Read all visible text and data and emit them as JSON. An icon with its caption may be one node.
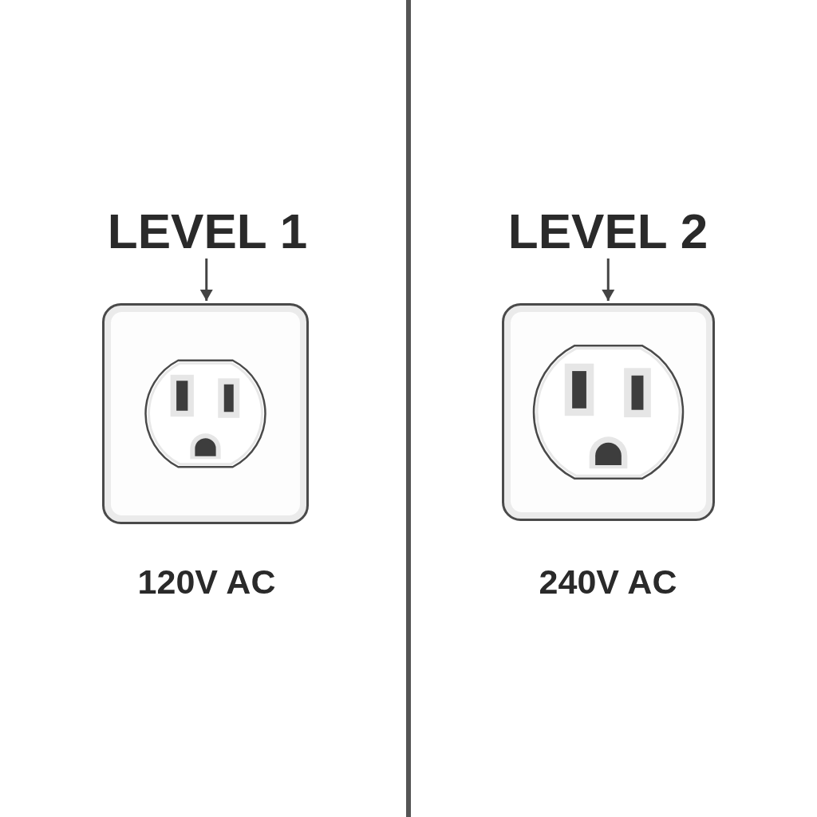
{
  "diagram": {
    "nodes": [
      {
        "text": [
          "LEVEL 1"
        ]
      },
      {
        "text": [],
        "shape": "picture",
        "beside": [
          "120V AC"
        ]
      },
      {
        "text": [
          "LEVEL 2"
        ]
      },
      {
        "text": [],
        "shape": "picture",
        "beside": [
          "240V AC"
        ]
      }
    ],
    "edges": [
      {
        "from": 0,
        "to": 1,
        "arrow": "to"
      },
      {
        "from": 2,
        "to": 3,
        "arrow": "to"
      }
    ]
  }
}
